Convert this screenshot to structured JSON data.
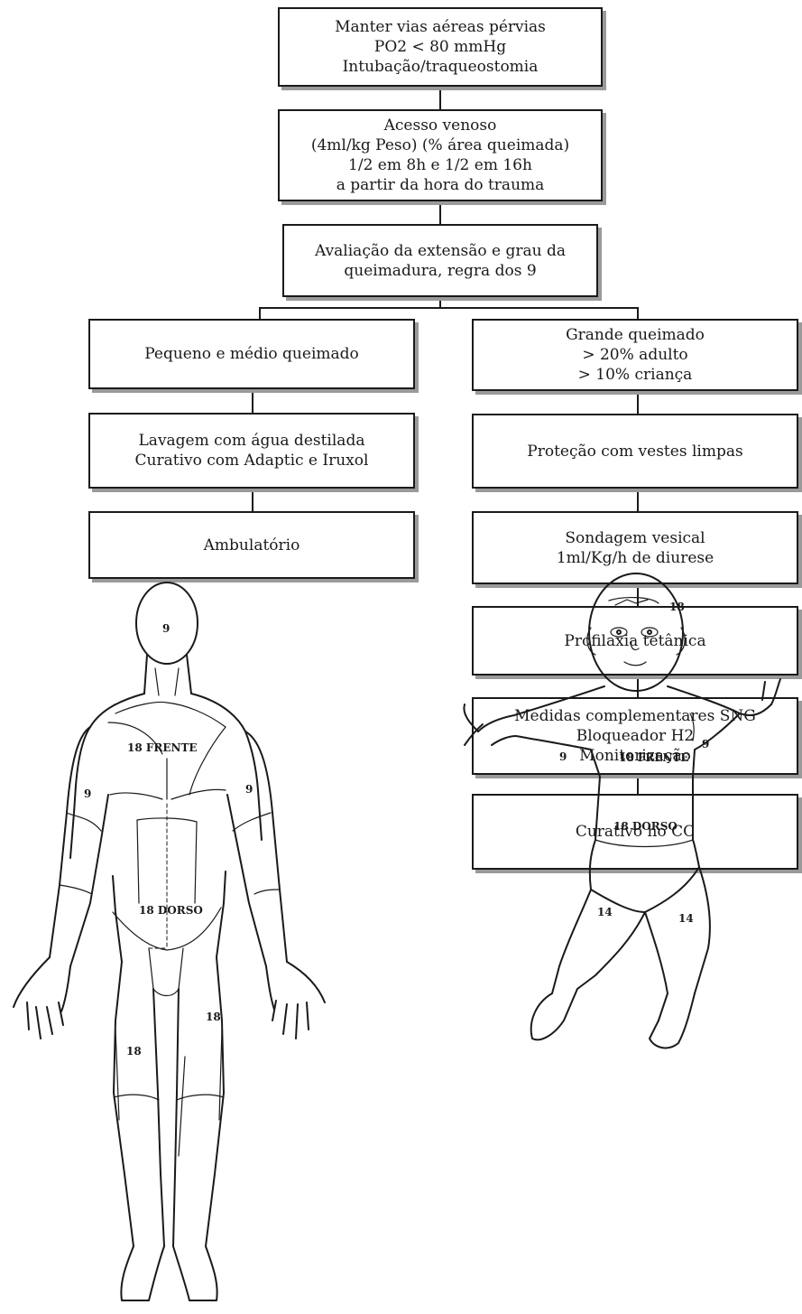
{
  "flowchart": {
    "airway": [
      "Manter vias aéreas pérvias",
      "PO2 < 80 mmHg",
      "Intubação/traqueostomia"
    ],
    "venous": [
      "Acesso venoso",
      "(4ml/kg Peso) (% área queimada)",
      "1/2 em 8h e 1/2 em 16h",
      "a partir da hora do trauma"
    ],
    "assessment": [
      "Avaliação da extensão e grau da",
      "queimadura, regra dos 9"
    ],
    "small_medium": [
      "Pequeno e médio queimado"
    ],
    "washing": [
      "Lavagem com água destilada",
      "Curativo com Adaptic e Iruxol"
    ],
    "outpatient": [
      "Ambulatório"
    ],
    "major": [
      "Grande queimado",
      "> 20% adulto",
      "> 10% criança"
    ],
    "protection": [
      "Proteção com vestes limpas"
    ],
    "catheter": [
      "Sondagem vesical",
      "1ml/Kg/h de diurese"
    ],
    "tetanus": [
      "Profilaxia tetânica"
    ],
    "complementary": [
      "Medidas complementares SNG",
      "Bloqueador H2",
      "Monitorização"
    ],
    "dressing_cc": [
      "Curativo no CC"
    ]
  },
  "adult_figure": {
    "head": "9",
    "front": "18 FRENTE",
    "left_arm": "9",
    "right_arm": "9",
    "back": "18 DORSO",
    "left_leg": "18",
    "right_leg": "18"
  },
  "child_figure": {
    "head": "18",
    "left_arm": "9",
    "right_arm": "9",
    "front": "18 FRENTE",
    "back": "18 DORSO",
    "left_leg": "14",
    "right_leg": "14"
  }
}
